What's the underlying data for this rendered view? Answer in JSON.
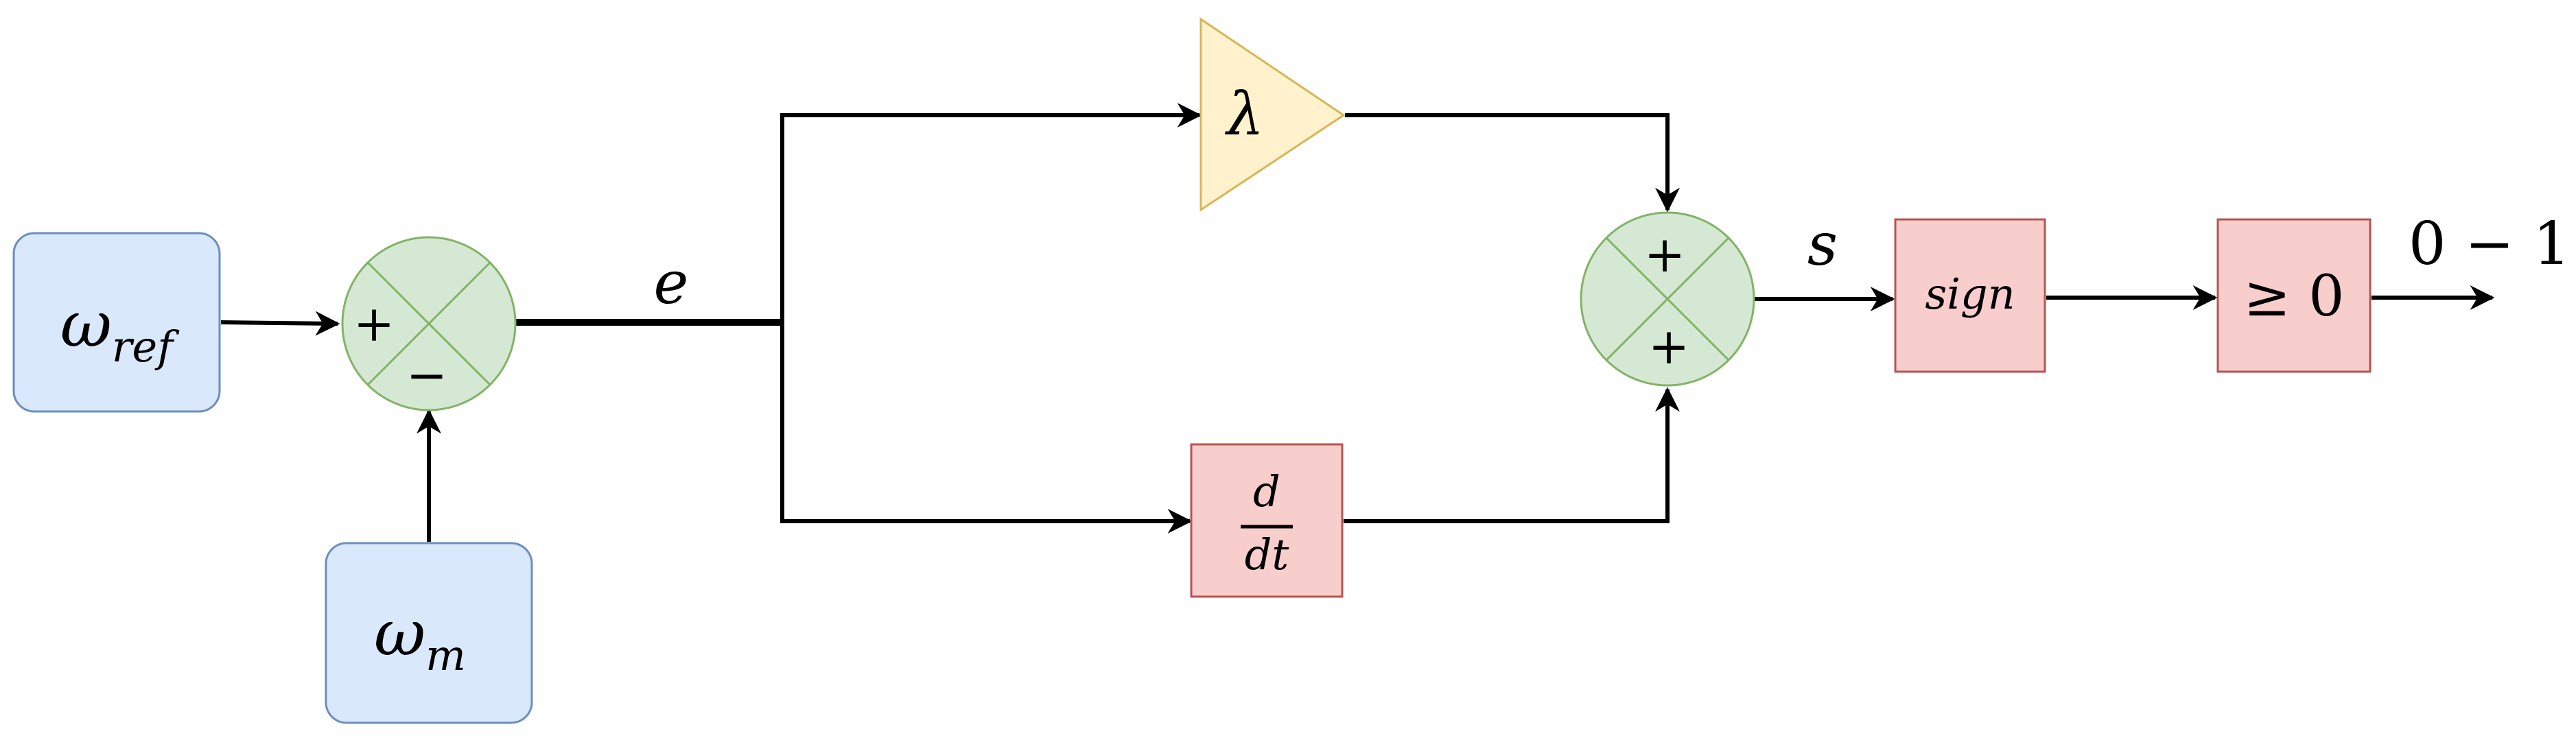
{
  "colors": {
    "input_fill": "#dae8fc",
    "input_stroke": "#6c8ebf",
    "sum_fill": "#d5e8d4",
    "sum_stroke": "#82b366",
    "gain_fill": "#fff2cc",
    "gain_stroke": "#d6b656",
    "block_fill": "#f8cecc",
    "block_stroke": "#b85450",
    "wire": "#000000"
  },
  "inputs": {
    "reference": {
      "symbol": "ω",
      "subscript": "ref"
    },
    "measured": {
      "symbol": "ω",
      "subscript": "m"
    }
  },
  "sum1": {
    "top_sign": "+",
    "bottom_sign": "−"
  },
  "sum2": {
    "top_sign": "+",
    "bottom_sign": "+"
  },
  "signals": {
    "error": "e",
    "sliding": "s",
    "output": "0 − 1"
  },
  "gain": {
    "label": "λ"
  },
  "derivative": {
    "numerator": "d",
    "denominator": "dt"
  },
  "sign_block": {
    "label": "sign"
  },
  "threshold_block": {
    "label": "≥ 0"
  }
}
